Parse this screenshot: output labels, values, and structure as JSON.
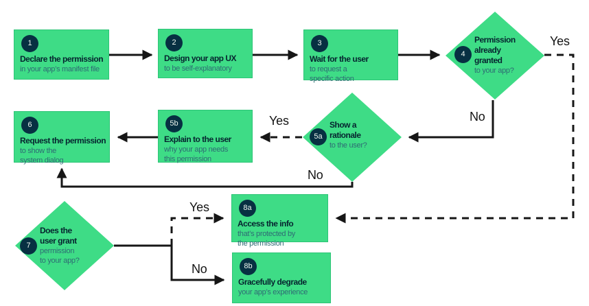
{
  "diagram": {
    "type": "flowchart",
    "subject": "app permissions request workflow",
    "background": "#ffffff"
  },
  "palette": {
    "node_green": "#3edc86",
    "badge_navy": "#073042",
    "title_text": "#06242f",
    "body_text": "#2f6b74",
    "connector_black": "#161616"
  },
  "nodes": [
    {
      "number": "1",
      "title": "Declare the permission",
      "body": "in your app’s manifest file"
    },
    {
      "number": "2",
      "title": "Design your app UX",
      "body": "to be self-explanatory"
    },
    {
      "number": "3",
      "title": "Wait for the user",
      "body": "to request a\nspecific action"
    },
    {
      "number": "4",
      "title": "Permission\nalready\ngranted",
      "body": "to your app?"
    },
    {
      "number": "5a",
      "title": "Show a\nrationale",
      "body": "to the user?"
    },
    {
      "number": "5b",
      "title": "Explain to the user",
      "body": "why your app needs\nthis permission"
    },
    {
      "number": "6",
      "title": "Request the permission",
      "body": "to show the\nsystem dialog"
    },
    {
      "number": "7",
      "title": "Does the\nuser grant",
      "body": "permission\nto your app?"
    },
    {
      "number": "8a",
      "title": "Access the info",
      "body": "that’s protected by\nthe permission"
    },
    {
      "number": "8b",
      "title": "Gracefully degrade",
      "body": "your app’s experience"
    }
  ],
  "edge_labels": {
    "d4_yes": "Yes",
    "d4_no": "No",
    "d5a_yes": "Yes",
    "d5a_no": "No",
    "d7_yes": "Yes",
    "d7_no": "No"
  }
}
